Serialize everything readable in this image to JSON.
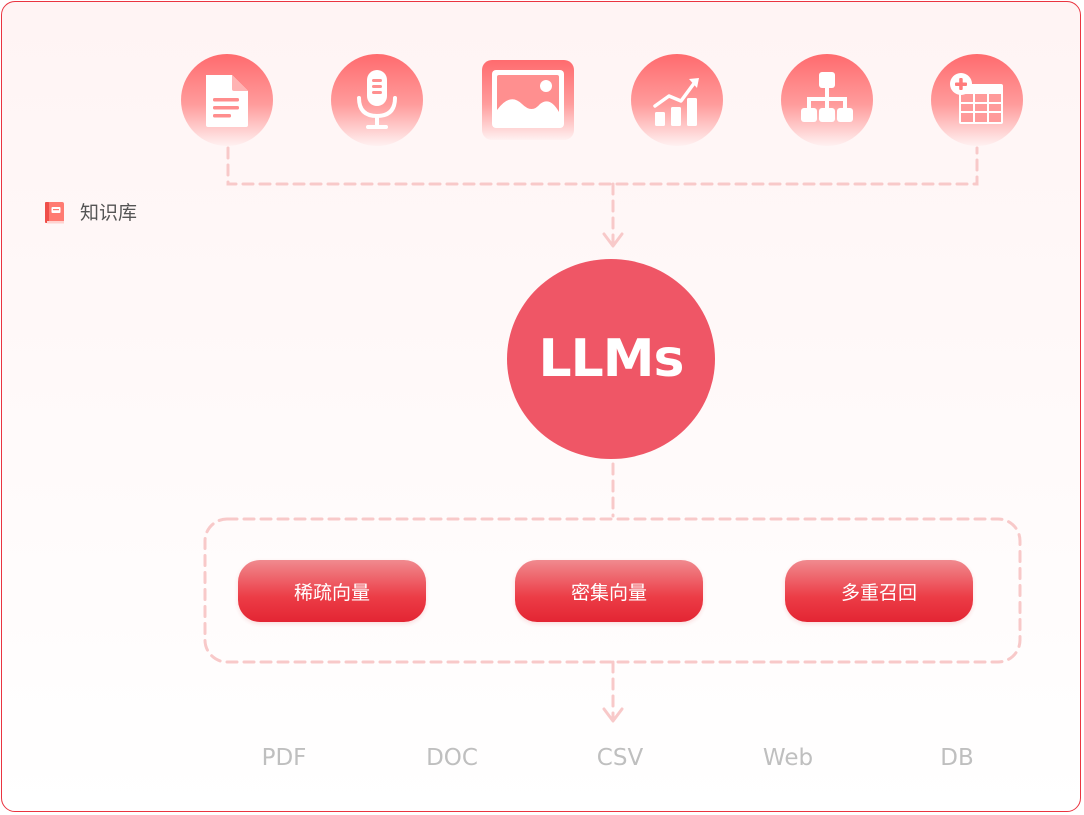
{
  "knowledge_base": {
    "label": "知识库",
    "icon": "book-icon"
  },
  "sources": [
    {
      "icon": "document-icon"
    },
    {
      "icon": "microphone-icon"
    },
    {
      "icon": "image-icon"
    },
    {
      "icon": "chart-icon"
    },
    {
      "icon": "hierarchy-icon"
    },
    {
      "icon": "table-add-icon"
    }
  ],
  "center": {
    "label": "LLMs"
  },
  "methods": [
    {
      "label": "稀疏向量"
    },
    {
      "label": "密集向量"
    },
    {
      "label": "多重召回"
    }
  ],
  "formats": [
    "PDF",
    "DOC",
    "CSV",
    "Web",
    "DB"
  ],
  "colors": {
    "accent": "#ef5666",
    "border": "#ea3440",
    "connector": "#f8c9c9",
    "format_text": "#bfbfbf"
  }
}
